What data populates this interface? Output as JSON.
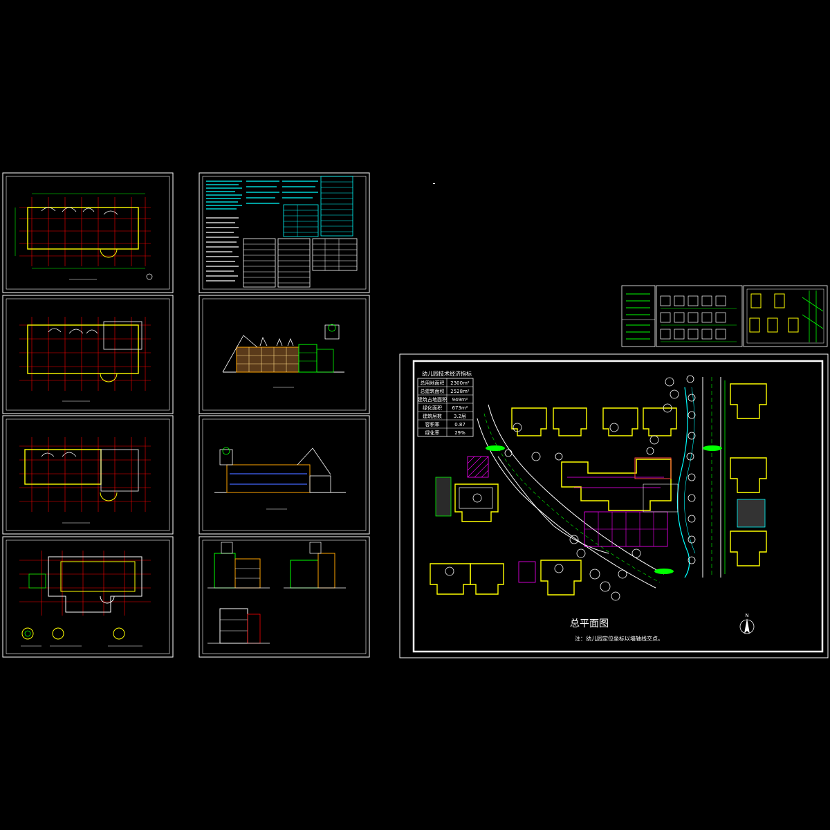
{
  "site_plan": {
    "title": "总平面图",
    "note": "注：幼儿园定位坐标以墙轴线交点。",
    "north_label": "N",
    "table_title": "幼儿园技术经济指标",
    "table_rows": [
      {
        "label": "总用地面积",
        "value": "2300m²"
      },
      {
        "label": "总建筑面积",
        "value": "2528m²"
      },
      {
        "label": "建筑占地面积",
        "value": "949m²"
      },
      {
        "label": "绿化面积",
        "value": "673m²"
      },
      {
        "label": "建筑层数",
        "value": "3.2层"
      },
      {
        "label": "容积率",
        "value": "0.87"
      },
      {
        "label": "绿化率",
        "value": "29%"
      }
    ]
  },
  "colors": {
    "background": "#000000",
    "frame": "#ffffff",
    "red_grid": "#ff0000",
    "green": "#00ff00",
    "yellow": "#ffff00",
    "cyan": "#00ffff",
    "magenta": "#ff00ff"
  }
}
